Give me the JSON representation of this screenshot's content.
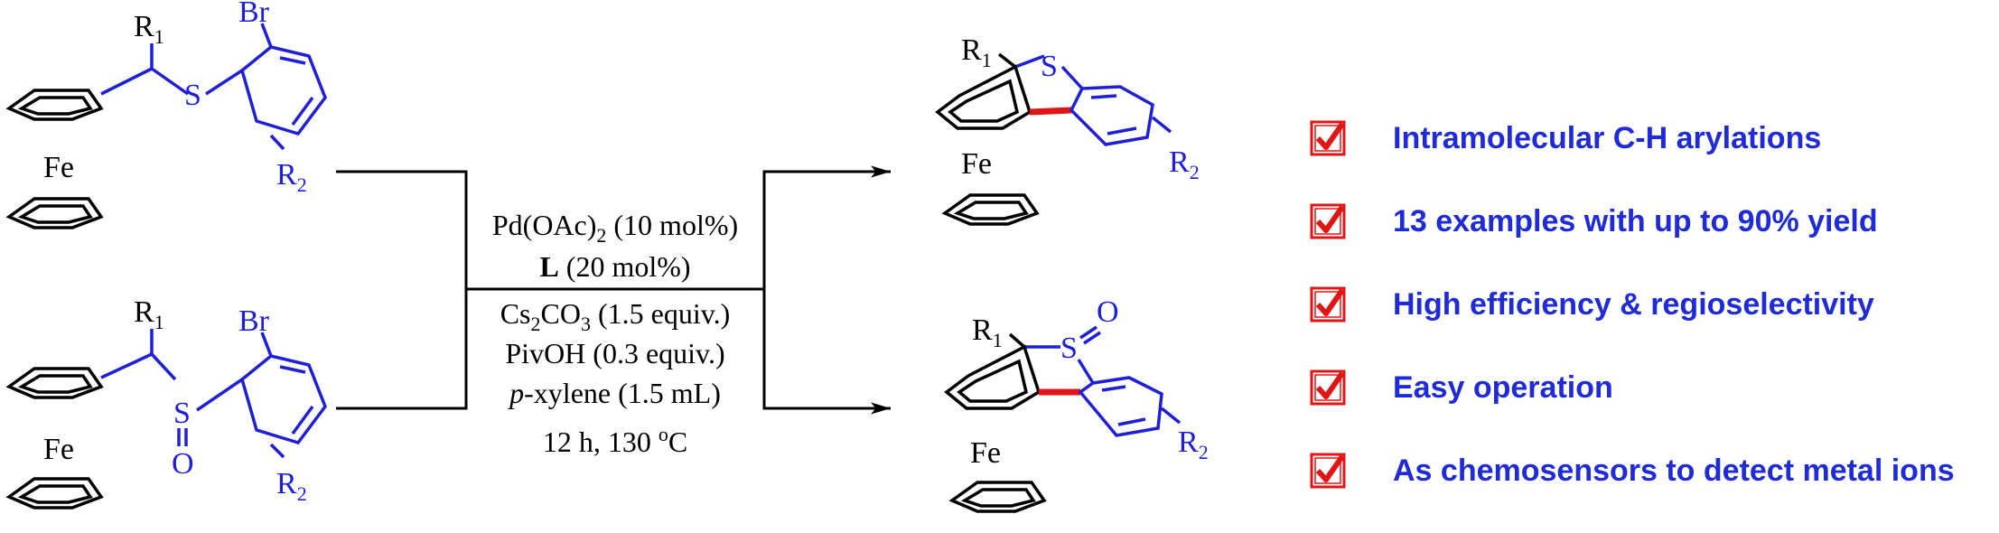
{
  "colors": {
    "bond": "#1f1fd6",
    "newbond": "#e01515",
    "feature_text": "#1f2bd6",
    "check": "#e01515"
  },
  "reactant_top": {
    "r1": "R",
    "r1_sub": "1",
    "s": "S",
    "br": "Br",
    "fe": "Fe",
    "r2": "R",
    "r2_sub": "2"
  },
  "reactant_bottom": {
    "r1": "R",
    "r1_sub": "1",
    "s": "S",
    "o": "O",
    "br": "Br",
    "fe": "Fe",
    "r2": "R",
    "r2_sub": "2"
  },
  "product_top": {
    "r1": "R",
    "r1_sub": "1",
    "s": "S",
    "fe": "Fe",
    "r2": "R",
    "r2_sub": "2"
  },
  "product_bottom": {
    "r1": "R",
    "r1_sub": "1",
    "s": "S",
    "o": "O",
    "fe": "Fe",
    "r2": "R",
    "r2_sub": "2"
  },
  "conditions": {
    "line1_a": "Pd(OAc)",
    "line1_sub": "2",
    "line1_b": " (10 mol%)",
    "line2_bold": "L",
    "line2_rest": " (20 mol%)",
    "line3_a": "Cs",
    "line3_sub1": "2",
    "line3_b": "CO",
    "line3_sub2": "3",
    "line3_c": " (1.5 equiv.)",
    "line4": "PivOH (0.3 equiv.)",
    "line5_italic": "p",
    "line5_rest": "-xylene (1.5 mL)",
    "line6_a": "12 h, 130 ",
    "line6_sup": "o",
    "line6_b": "C"
  },
  "features": [
    "Intramolecular C-H arylations",
    "13 examples with up to 90% yield",
    "High efficiency & regioselectivity",
    "Easy operation",
    "As chemosensors to detect metal ions"
  ],
  "icons": {
    "check": "checkbox-check-icon"
  }
}
